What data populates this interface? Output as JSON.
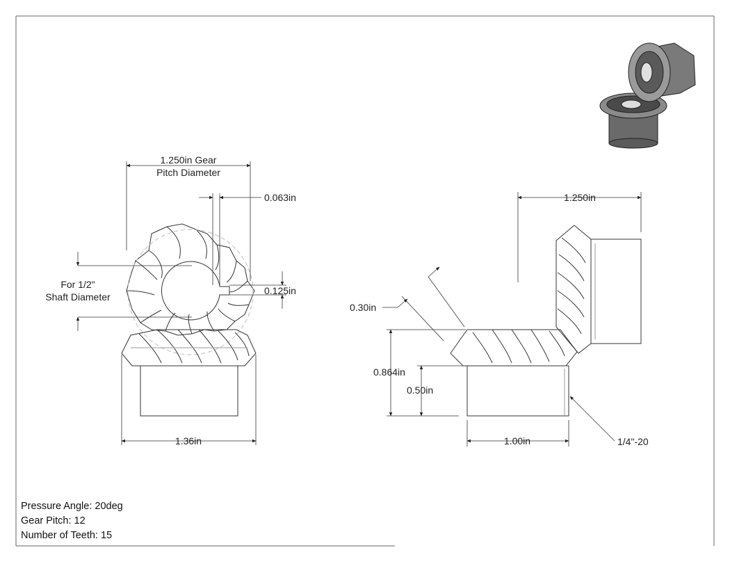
{
  "dimensions": {
    "pitch_diameter_line1": "1.250in Gear",
    "pitch_diameter_line2": "Pitch Diameter",
    "keyway_width": "0.063in",
    "shaft_line1": "For 1/2\"",
    "shaft_line2": "Shaft Diameter",
    "keyway_depth": "0.125in",
    "hub_diameter": "1.36in",
    "mounting_distance": "1.250in",
    "face_width": "0.30in",
    "overall_height": "0.864in",
    "hub_length": "0.50in",
    "hub_width": "1.00in",
    "set_screw": "1/4\"-20"
  },
  "specs": {
    "pressure_angle": "Pressure Angle: 20deg",
    "gear_pitch": "Gear Pitch: 12",
    "teeth": "Number of Teeth: 15"
  }
}
